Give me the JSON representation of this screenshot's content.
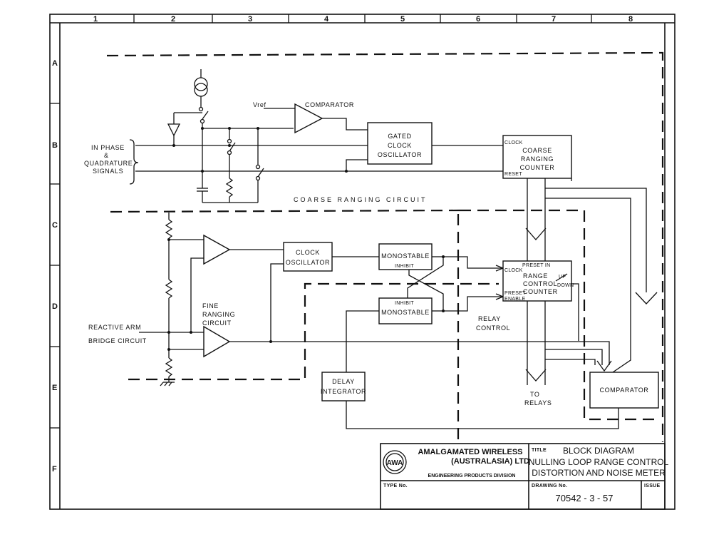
{
  "grid": {
    "columns": [
      "1",
      "2",
      "3",
      "4",
      "5",
      "6",
      "7",
      "8"
    ],
    "rows": [
      "A",
      "B",
      "C",
      "D",
      "E",
      "F"
    ]
  },
  "blocks": {
    "comparator_top": "COMPARATOR",
    "vref": "Vref",
    "gated_clock_oscillator": [
      "GATED",
      "CLOCK",
      "OSCILLATOR"
    ],
    "coarse_ranging_counter": [
      "COARSE",
      "RANGING",
      "COUNTER"
    ],
    "coarse_clock_pin": "CLOCK",
    "coarse_reset_pin": "RESET",
    "clock_oscillator": [
      "CLOCK",
      "OSCILLATOR"
    ],
    "monostable_top": "MONOSTABLE",
    "monostable_top_pin": "INHIBIT",
    "monostable_bottom": "MONOSTABLE",
    "monostable_bottom_pin": "INHIBIT",
    "range_control_counter": [
      "RANGE",
      "CONTROL",
      "COUNTER"
    ],
    "rcc_preset_in": "PRESET IN",
    "rcc_clock": "CLOCK",
    "rcc_up": "UP",
    "rcc_down": "DOWN",
    "rcc_preset_enable": [
      "PRESET",
      "ENABLE"
    ],
    "delay_integrator": [
      "DELAY",
      "INTEGRATOR"
    ],
    "comparator_bottom": "COMPARATOR"
  },
  "labels": {
    "input_signals": [
      "IN PHASE",
      "&",
      "QUADRATURE",
      "SIGNALS"
    ],
    "coarse_ranging_circuit": "COARSE RANGING CIRCUIT",
    "fine_ranging_circuit": [
      "FINE",
      "RANGING",
      "CIRCUIT"
    ],
    "reactive_arm": [
      "REACTIVE ARM",
      "BRIDGE CIRCUIT"
    ],
    "relay_control": [
      "RELAY",
      "CONTROL"
    ],
    "to_relays": [
      "TO",
      "RELAYS"
    ]
  },
  "title_block": {
    "company": [
      "AMALGAMATED WIRELESS",
      "(AUSTRALASIA) LTD"
    ],
    "division": "ENGINEERING PRODUCTS DIVISION",
    "logo_text": "AWA",
    "title_caption": "TITLE",
    "title": [
      "BLOCK DIAGRAM",
      "NULLING LOOP RANGE CONTROL",
      "DISTORTION AND NOISE METER"
    ],
    "type_caption": "TYPE No.",
    "drawing_caption": "DRAWING No.",
    "drawing_number": "70542 - 3 - 57",
    "issue_caption": "ISSUE"
  }
}
